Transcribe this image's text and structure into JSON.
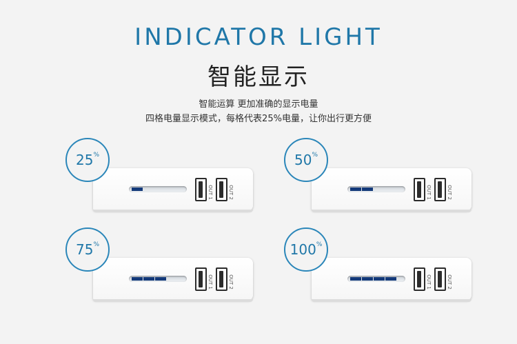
{
  "header": {
    "title_en": "INDICATOR LIGHT",
    "title_cn": "智能显示",
    "line1": "智能运算 更加准确的显示电量",
    "line2": "四格电量显示模式，每格代表25%电量，让你出行更方便"
  },
  "panels": [
    {
      "number": "25",
      "unit": "%",
      "level": 0.25,
      "out1": "OUT 1",
      "out2": "OUT 2"
    },
    {
      "number": "50",
      "unit": "%",
      "level": 0.5,
      "out1": "OUT 1",
      "out2": "OUT 2"
    },
    {
      "number": "75",
      "unit": "%",
      "level": 0.75,
      "out1": "OUT 1",
      "out2": "OUT 2"
    },
    {
      "number": "100",
      "unit": "%",
      "level": 1.0,
      "out1": "OUT 1",
      "out2": "OUT 2"
    }
  ],
  "colors": {
    "accent": "#1f77a8",
    "indicator": "#143a7a"
  }
}
